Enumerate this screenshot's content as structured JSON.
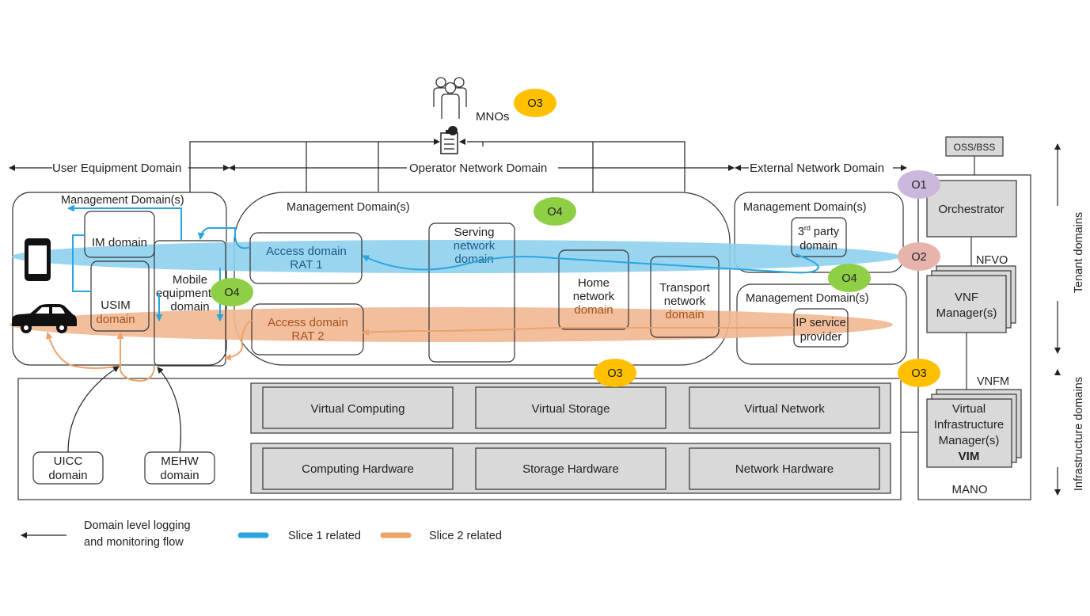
{
  "mnos": {
    "label": "MNOs"
  },
  "domains": {
    "user_equipment": "User Equipment Domain",
    "operator_network": "Operator Network Domain",
    "external_network": "External Network Domain"
  },
  "ue": {
    "mgmt": "Management Domain(s)",
    "im": "IM domain",
    "usim_l1": "USIM",
    "usim_l2": "domain",
    "mobile_l1": "Mobile",
    "mobile_l2": "equipment",
    "mobile_l3": "domain",
    "uicc_l1": "UICC",
    "uicc_l2": "domain",
    "mehw_l1": "MEHW",
    "mehw_l2": "domain"
  },
  "op": {
    "mgmt": "Management Domain(s)",
    "access1_l1": "Access domain",
    "access1_l2": "RAT 1",
    "access2_l1": "Access domain",
    "access2_l2": "RAT 2",
    "serving_l1": "Serving",
    "serving_l2": "network",
    "serving_l3": "domain",
    "home_l1": "Home",
    "home_l2": "network",
    "home_l3": "domain",
    "transport_l1": "Transport",
    "transport_l2": "network",
    "transport_l3": "domain"
  },
  "ext": {
    "mgmt1": "Management Domain(s)",
    "mgmt2": "Management Domain(s)",
    "third_l1_a": "3",
    "third_l1_sup": "rd",
    "third_l1_b": " party",
    "third_l2": "domain",
    "ip_l1": "IP service",
    "ip_l2": "provider"
  },
  "infra": {
    "virtual_computing": "Virtual Computing",
    "virtual_storage": "Virtual Storage",
    "virtual_network": "Virtual Network",
    "computing_hw": "Computing Hardware",
    "storage_hw": "Storage Hardware",
    "network_hw": "Network Hardware"
  },
  "mano": {
    "oss": "OSS/BSS",
    "orchestrator": "Orchestrator",
    "nfvo": "NFVO",
    "vnf_l1": "VNF",
    "vnf_l2": "Manager(s)",
    "vnfm": "VNFM",
    "vim_l1": "Virtual",
    "vim_l2": "Infrastructure",
    "vim_l3": "Manager(s)",
    "vim_l4": "VIM",
    "mano": "MANO"
  },
  "side": {
    "tenant": "Tenant domains",
    "infrastructure": "Infrastructure domains"
  },
  "badges": {
    "o1": "O1",
    "o2": "O2",
    "o3": "O3",
    "o4": "O4"
  },
  "legend": {
    "flow_l1": "Domain level logging",
    "flow_l2": "and monitoring flow",
    "slice1": "Slice 1 related",
    "slice2": "Slice 2 related"
  },
  "colors": {
    "slice1": "#29a6df",
    "slice1_fill": "#8fd0ee",
    "slice2": "#eda36a",
    "slice2_fill": "#f1b791",
    "o1": "#cbb8dd",
    "o2": "#e6b3ad",
    "o3": "#ffc000",
    "o4": "#8fcf45",
    "box_gray": "#d9d9d9"
  }
}
